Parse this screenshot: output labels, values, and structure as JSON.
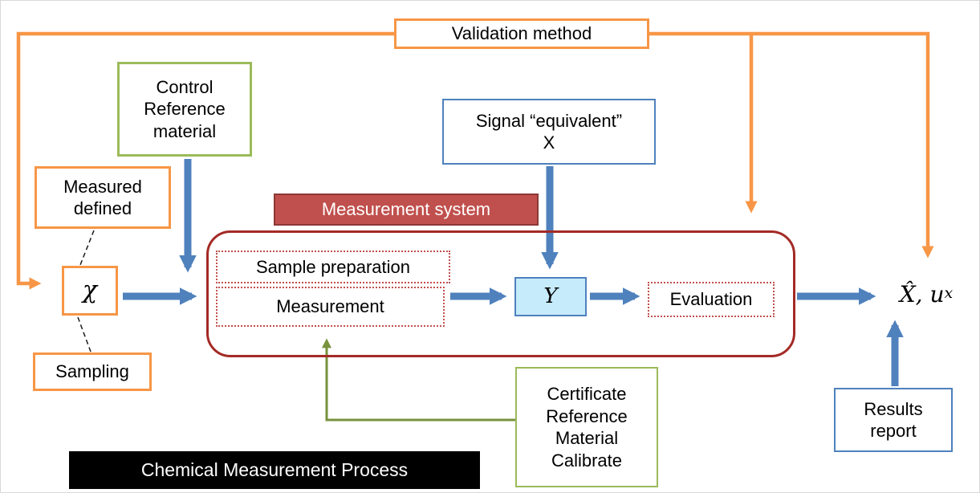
{
  "banner": {
    "label": "Chemical Measurement Process"
  },
  "validation": {
    "label": "Validation method"
  },
  "control": {
    "lines": [
      "Control",
      "Reference",
      "material"
    ]
  },
  "measured": {
    "lines": [
      "Measured",
      "defined"
    ]
  },
  "chi": {
    "symbol": "χ"
  },
  "sampling": {
    "label": "Sampling"
  },
  "system": {
    "title": "Measurement system",
    "sample_preparation": "Sample preparation",
    "measurement": "Measurement",
    "evaluation": "Evaluation"
  },
  "signal": {
    "lines": [
      "Signal “equivalent”",
      "X"
    ]
  },
  "y_node": {
    "symbol": "Y"
  },
  "certificate": {
    "lines": [
      "Certificate",
      "Reference",
      "Material",
      "Calibrate"
    ]
  },
  "result": {
    "formula_main": "X̂, u",
    "formula_sub": "x"
  },
  "results_report": {
    "lines": [
      "Results",
      "report"
    ]
  },
  "colors": {
    "orange": "#F79646",
    "green_border": "#9BBB59",
    "green_line": "#77933C",
    "blue": "#4F81BD",
    "system_red": "#C0504D",
    "system_rect_red": "#A42A25",
    "y_fill": "#C6EBFA",
    "banner_bg": "#000000"
  }
}
